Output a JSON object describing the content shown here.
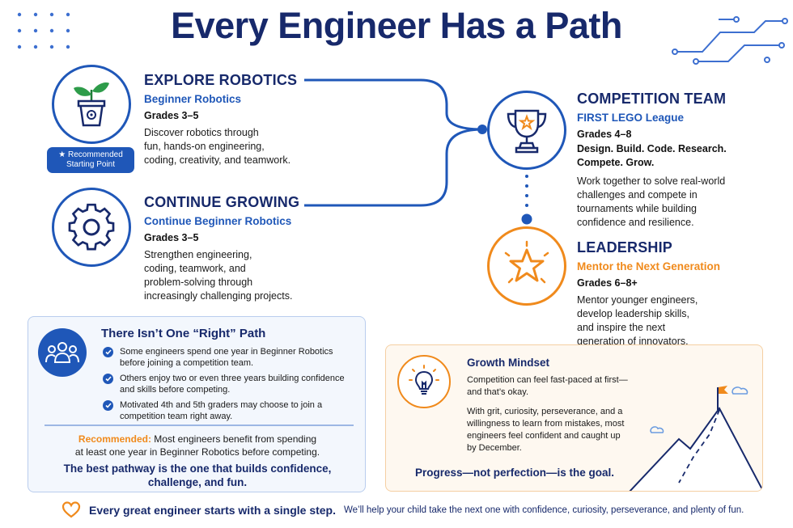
{
  "title": "Every Engineer Has a Path",
  "explore": {
    "title": "EXPLORE ROBOTICS",
    "subtitle": "Beginner Robotics",
    "grades": "Grades 3–5",
    "desc_lines": [
      "Discover robotics through",
      "fun, hands-on engineering,",
      "coding, creativity, and teamwork."
    ],
    "badge_lines": [
      "Recommended",
      "Starting Point"
    ],
    "icon": "seedling-pot-gear-icon"
  },
  "continue": {
    "title": "CONTINUE GROWING",
    "subtitle": "Continue Beginner Robotics",
    "grades": "Grades 3–5",
    "desc_lines": [
      "Strengthen engineering,",
      "coding, teamwork, and",
      "problem-solving through",
      "increasingly challenging projects."
    ],
    "icon": "gear-icon"
  },
  "competition": {
    "title": "COMPETITION TEAM",
    "subtitle": "FIRST LEGO League",
    "grades": "Grades 4–8",
    "tagline_lines": [
      "Design. Build. Code. Research.",
      "Compete. Grow."
    ],
    "desc_lines": [
      "Work together to solve real-world",
      "challenges and compete in",
      "tournaments while building",
      "confidence and resilience."
    ],
    "icon": "trophy-icon"
  },
  "leadership": {
    "title": "LEADERSHIP",
    "subtitle": "Mentor the Next Generation",
    "grades": "Grades 6–8+",
    "desc_lines": [
      "Mentor younger engineers,",
      "develop leadership skills,",
      "and inspire the next",
      "generation of innovators."
    ],
    "icon": "star-icon"
  },
  "path_box": {
    "title": "There Isn’t One “Right” Path",
    "items": [
      [
        "Some engineers spend one year in Beginner Robotics",
        "before joining a competition team."
      ],
      [
        "Others enjoy two or even three years building confidence",
        "and skills before competing."
      ],
      [
        "Motivated 4th and 5th graders may choose to join a",
        "competition team right away."
      ]
    ],
    "rec_label": "Recommended:",
    "rec_line1": " Most engineers benefit from spending",
    "rec_line2": "at least one year in Beginner Robotics before competing.",
    "closing_lines": [
      "The best pathway is the one that builds confidence,",
      "challenge, and fun."
    ],
    "icon": "people-group-icon"
  },
  "mindset": {
    "title": "Growth Mindset",
    "p1_lines": [
      "Competition can feel fast-paced at first—",
      "and that’s okay."
    ],
    "p2_lines": [
      "With grit, curiosity, perseverance, and a",
      "willingness to learn from mistakes, most",
      "engineers feel confident and caught up",
      "by December."
    ],
    "goal": "Progress—not perfection—is the goal.",
    "icon": "lightbulb-icon"
  },
  "footer": {
    "bold": "Every great engineer starts with a single step.",
    "rest": "We’ll help your child take the next one with confidence, curiosity, perseverance, and plenty of fun.",
    "icon": "heart-icon"
  },
  "colors": {
    "navy": "#17296b",
    "blue": "#1f57b8",
    "orange": "#f08a1c"
  }
}
